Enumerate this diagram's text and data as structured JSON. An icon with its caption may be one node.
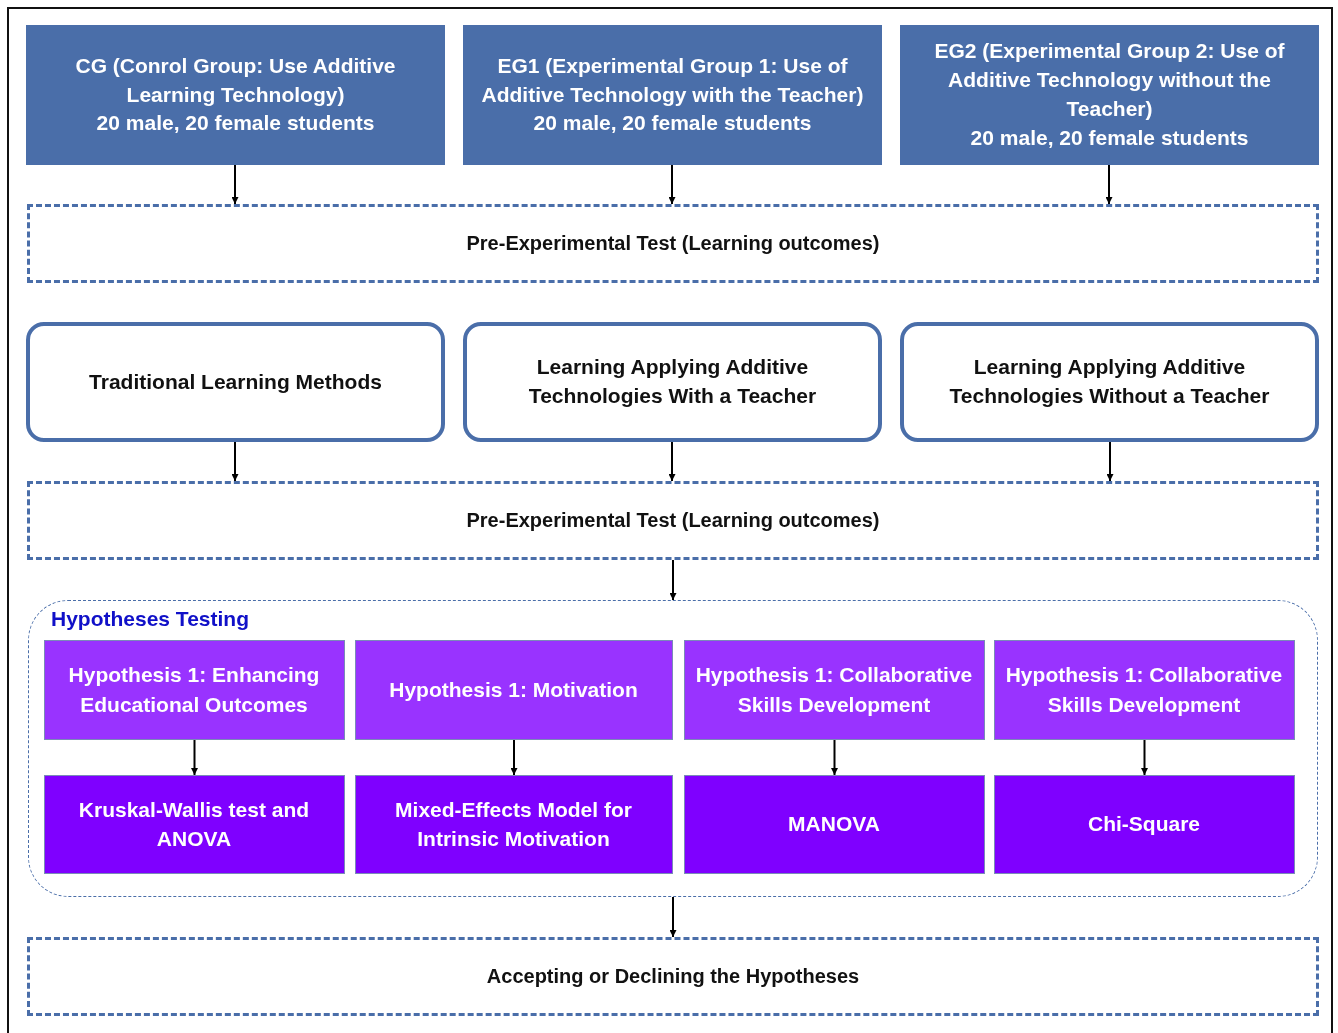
{
  "diagram": {
    "nodes": [
      {
        "text": [
          "CG (Conrol Group: Use Additive Learning Technology)",
          "20 male, 20 female students"
        ]
      },
      {
        "text": [
          "EG1 (Experimental Group 1: Use of Additive Technology with the Teacher)",
          "20 male, 20 female students"
        ]
      },
      {
        "text": [
          "EG2 (Experimental Group 2: Use of Additive Technology without the Teacher)",
          "20 male, 20 female students"
        ]
      },
      {
        "text": [
          "Pre-Experimental Test (Learning outcomes)"
        ]
      },
      {
        "text": [
          "Traditional Learning Methods"
        ]
      },
      {
        "text": [
          "Learning Applying Additive Technologies With a Teacher"
        ]
      },
      {
        "text": [
          "Learning Applying Additive Technologies Without a Teacher"
        ]
      },
      {
        "text": [
          "Pre-Experimental Test (Learning outcomes)"
        ]
      },
      {
        "text": [
          "Hypotheses Testing"
        ]
      },
      {
        "text": [
          "Hypothesis 1: Enhancing Educational Outcomes"
        ],
        "in": 8
      },
      {
        "text": [
          "Hypothesis 1: Motivation"
        ],
        "in": 8
      },
      {
        "text": [
          "Hypothesis 1: Collaborative Skills Development"
        ],
        "in": 8
      },
      {
        "text": [
          "Hypothesis 1: Collaborative Skills Development"
        ],
        "in": 8
      },
      {
        "text": [
          "Kruskal-Wallis test and ANOVA"
        ],
        "in": 8
      },
      {
        "text": [
          "Mixed-Effects Model for Intrinsic Motivation"
        ],
        "in": 8
      },
      {
        "text": [
          "MANOVA"
        ],
        "in": 8
      },
      {
        "text": [
          "Chi-Square"
        ],
        "in": 8
      },
      {
        "text": [
          "Accepting or Declining the Hypotheses"
        ]
      }
    ],
    "edges": [
      {
        "from": 0,
        "to": 3,
        "arrow": "to"
      },
      {
        "from": 1,
        "to": 3,
        "arrow": "to"
      },
      {
        "from": 2,
        "to": 3,
        "arrow": "to"
      },
      {
        "from": 4,
        "to": 7,
        "arrow": "to"
      },
      {
        "from": 5,
        "to": 7,
        "arrow": "to"
      },
      {
        "from": 6,
        "to": 7,
        "arrow": "to"
      },
      {
        "from": 7,
        "to": 8,
        "arrow": "to"
      },
      {
        "from": 9,
        "to": 13,
        "arrow": "to"
      },
      {
        "from": 10,
        "to": 14,
        "arrow": "to"
      },
      {
        "from": 11,
        "to": 15,
        "arrow": "to"
      },
      {
        "from": 12,
        "to": 16,
        "arrow": "to"
      },
      {
        "from": 8,
        "to": 17,
        "arrow": "to"
      }
    ]
  }
}
